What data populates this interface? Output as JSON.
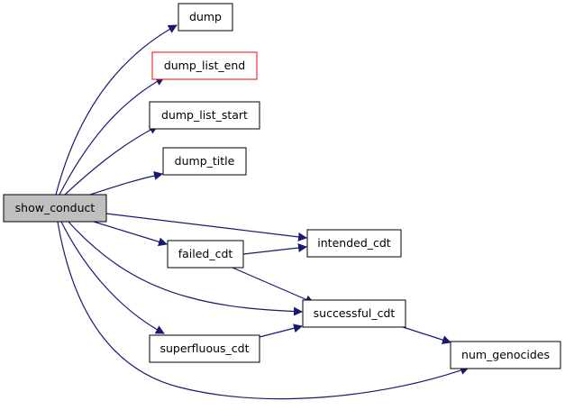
{
  "colors": {
    "edge": "#191970",
    "root_fill": "#bfbfbf",
    "highlight_border": "#ff0000",
    "node_border": "#000000",
    "node_fill": "#ffffff"
  },
  "nodes": {
    "show_conduct": "show_conduct",
    "dump": "dump",
    "dump_list_end": "dump_list_end",
    "dump_list_start": "dump_list_start",
    "dump_title": "dump_title",
    "intended_cdt": "intended_cdt",
    "failed_cdt": "failed_cdt",
    "successful_cdt": "successful_cdt",
    "superfluous_cdt": "superfluous_cdt",
    "num_genocides": "num_genocides"
  }
}
